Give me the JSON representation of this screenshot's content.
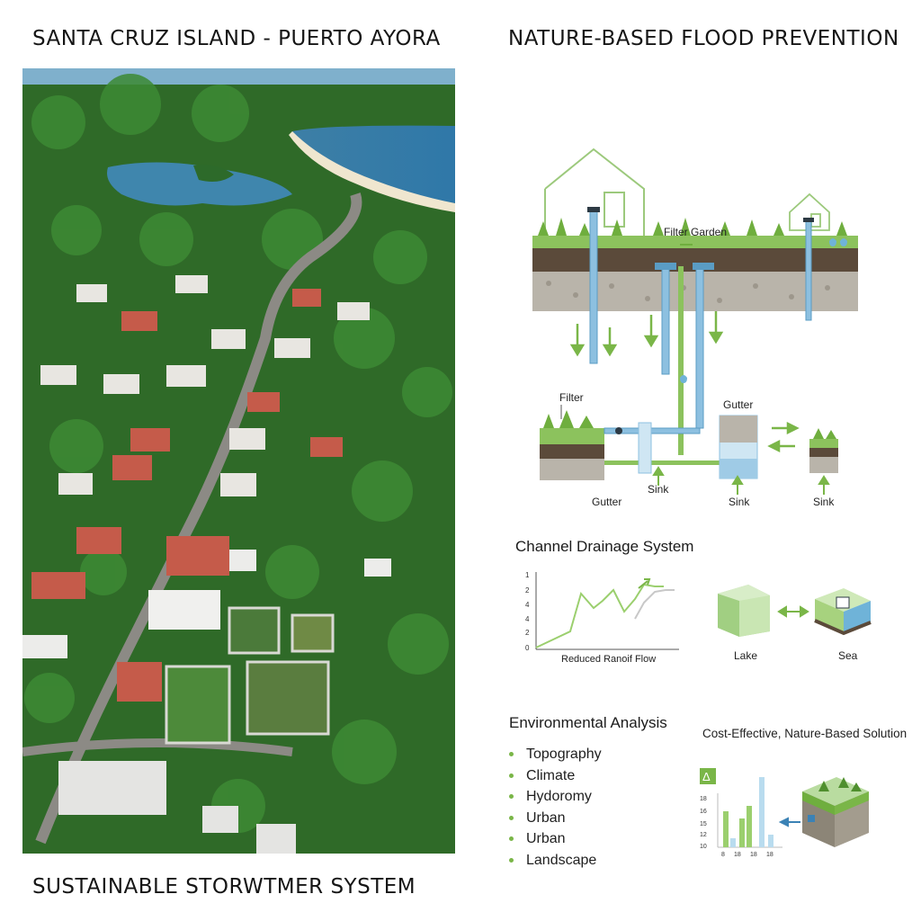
{
  "titles": {
    "left": "SANTA CRUZ ISLAND - PUERTO AYORA",
    "right": "NATURE-BASED FLOOD PREVENTION",
    "bottom": "SUSTAINABLE STORWTMER SYSTEM"
  },
  "diagram": {
    "filter_garden": "Filter Garden",
    "filter": "Filter",
    "gutter_top": "Gutter",
    "gutter_bottom": "Gutter",
    "sink_1": "Sink",
    "sink_2": "Sink",
    "sink_3": "Sink"
  },
  "channel": {
    "title": "Channel Drainage System",
    "caption": "Reduced Ranoif Flow",
    "y_ticks": [
      "1",
      "2",
      "4",
      "4",
      "2",
      "0"
    ],
    "lake": "Lake",
    "sea": "Sea"
  },
  "environmental": {
    "title": "Environmental Analysis",
    "items": [
      "Topography",
      "Climate",
      "Hydoromy",
      "Urban",
      "Urban",
      "Landscape"
    ]
  },
  "cost": {
    "title": "Cost-Effective, Nature-Based Solution",
    "badge": "Δ",
    "y_ticks": [
      "18",
      "16",
      "15",
      "12",
      "10"
    ],
    "x_ticks": [
      "8",
      "18",
      "18",
      "18"
    ]
  },
  "colors": {
    "green": "#7ab648",
    "blue": "#6fb3d8",
    "soil": "#5b4a3a",
    "gravel": "#b9b4aa"
  }
}
